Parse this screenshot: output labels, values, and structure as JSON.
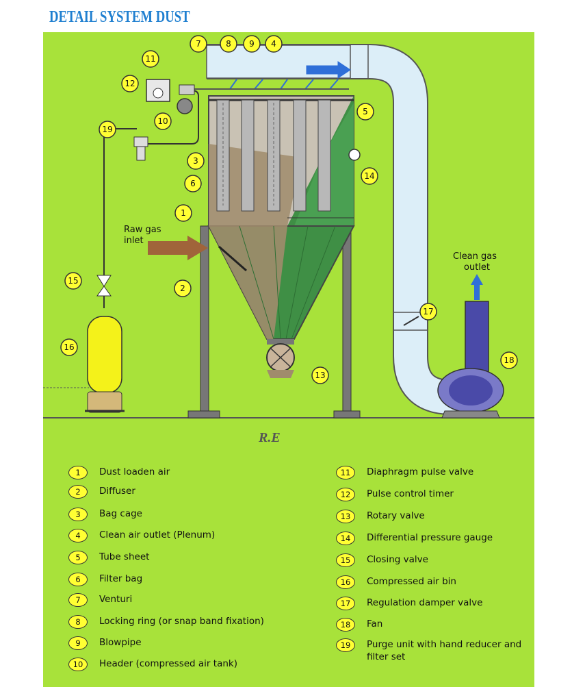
{
  "title": "DETAIL SYSTEM DUST",
  "signature": "R.E",
  "diagram_labels": {
    "raw_gas_inlet": [
      "Raw gas",
      "inlet"
    ],
    "clean_gas_outlet": [
      "Clean gas",
      "outlet"
    ]
  },
  "callouts": [
    "1",
    "2",
    "3",
    "4",
    "5",
    "6",
    "7",
    "8",
    "9",
    "10",
    "11",
    "12",
    "13",
    "14",
    "15",
    "16",
    "17",
    "18",
    "19"
  ],
  "legend": [
    {
      "num": "1",
      "label": "Dust loaden air"
    },
    {
      "num": "2",
      "label": "Diffuser"
    },
    {
      "num": "3",
      "label": "Bag cage"
    },
    {
      "num": "4",
      "label": "Clean air outlet (Plenum)"
    },
    {
      "num": "5",
      "label": "Tube sheet"
    },
    {
      "num": "6",
      "label": "Filter bag"
    },
    {
      "num": "7",
      "label": "Venturi"
    },
    {
      "num": "8",
      "label": "Locking ring (or snap band fixation)"
    },
    {
      "num": "9",
      "label": "Blowpipe"
    },
    {
      "num": "10",
      "label": "Header (compressed air tank)"
    },
    {
      "num": "11",
      "label": "Diaphragm pulse valve"
    },
    {
      "num": "12",
      "label": "Pulse control timer"
    },
    {
      "num": "13",
      "label": "Rotary valve"
    },
    {
      "num": "14",
      "label": "Differential pressure gauge"
    },
    {
      "num": "15",
      "label": "Closing valve"
    },
    {
      "num": "16",
      "label": "Compressed air bin"
    },
    {
      "num": "17",
      "label": "Regulation  damper valve"
    },
    {
      "num": "18",
      "label": "Fan"
    },
    {
      "num": "19",
      "label": "Purge unit with hand reducer and filter set"
    }
  ],
  "colors": {
    "background": "#a8e23a",
    "title": "#1f7fd0",
    "callout_fill": "#ffff33",
    "pipe": "#dceef8",
    "dust": "#a08c6c",
    "hopper_green": "#3f8f45",
    "tank_yellow": "#f4f21a",
    "fan_blue": "#4a4aa8",
    "arrow_blue": "#2f6fd8",
    "inlet_arrow": "#a0643a"
  }
}
